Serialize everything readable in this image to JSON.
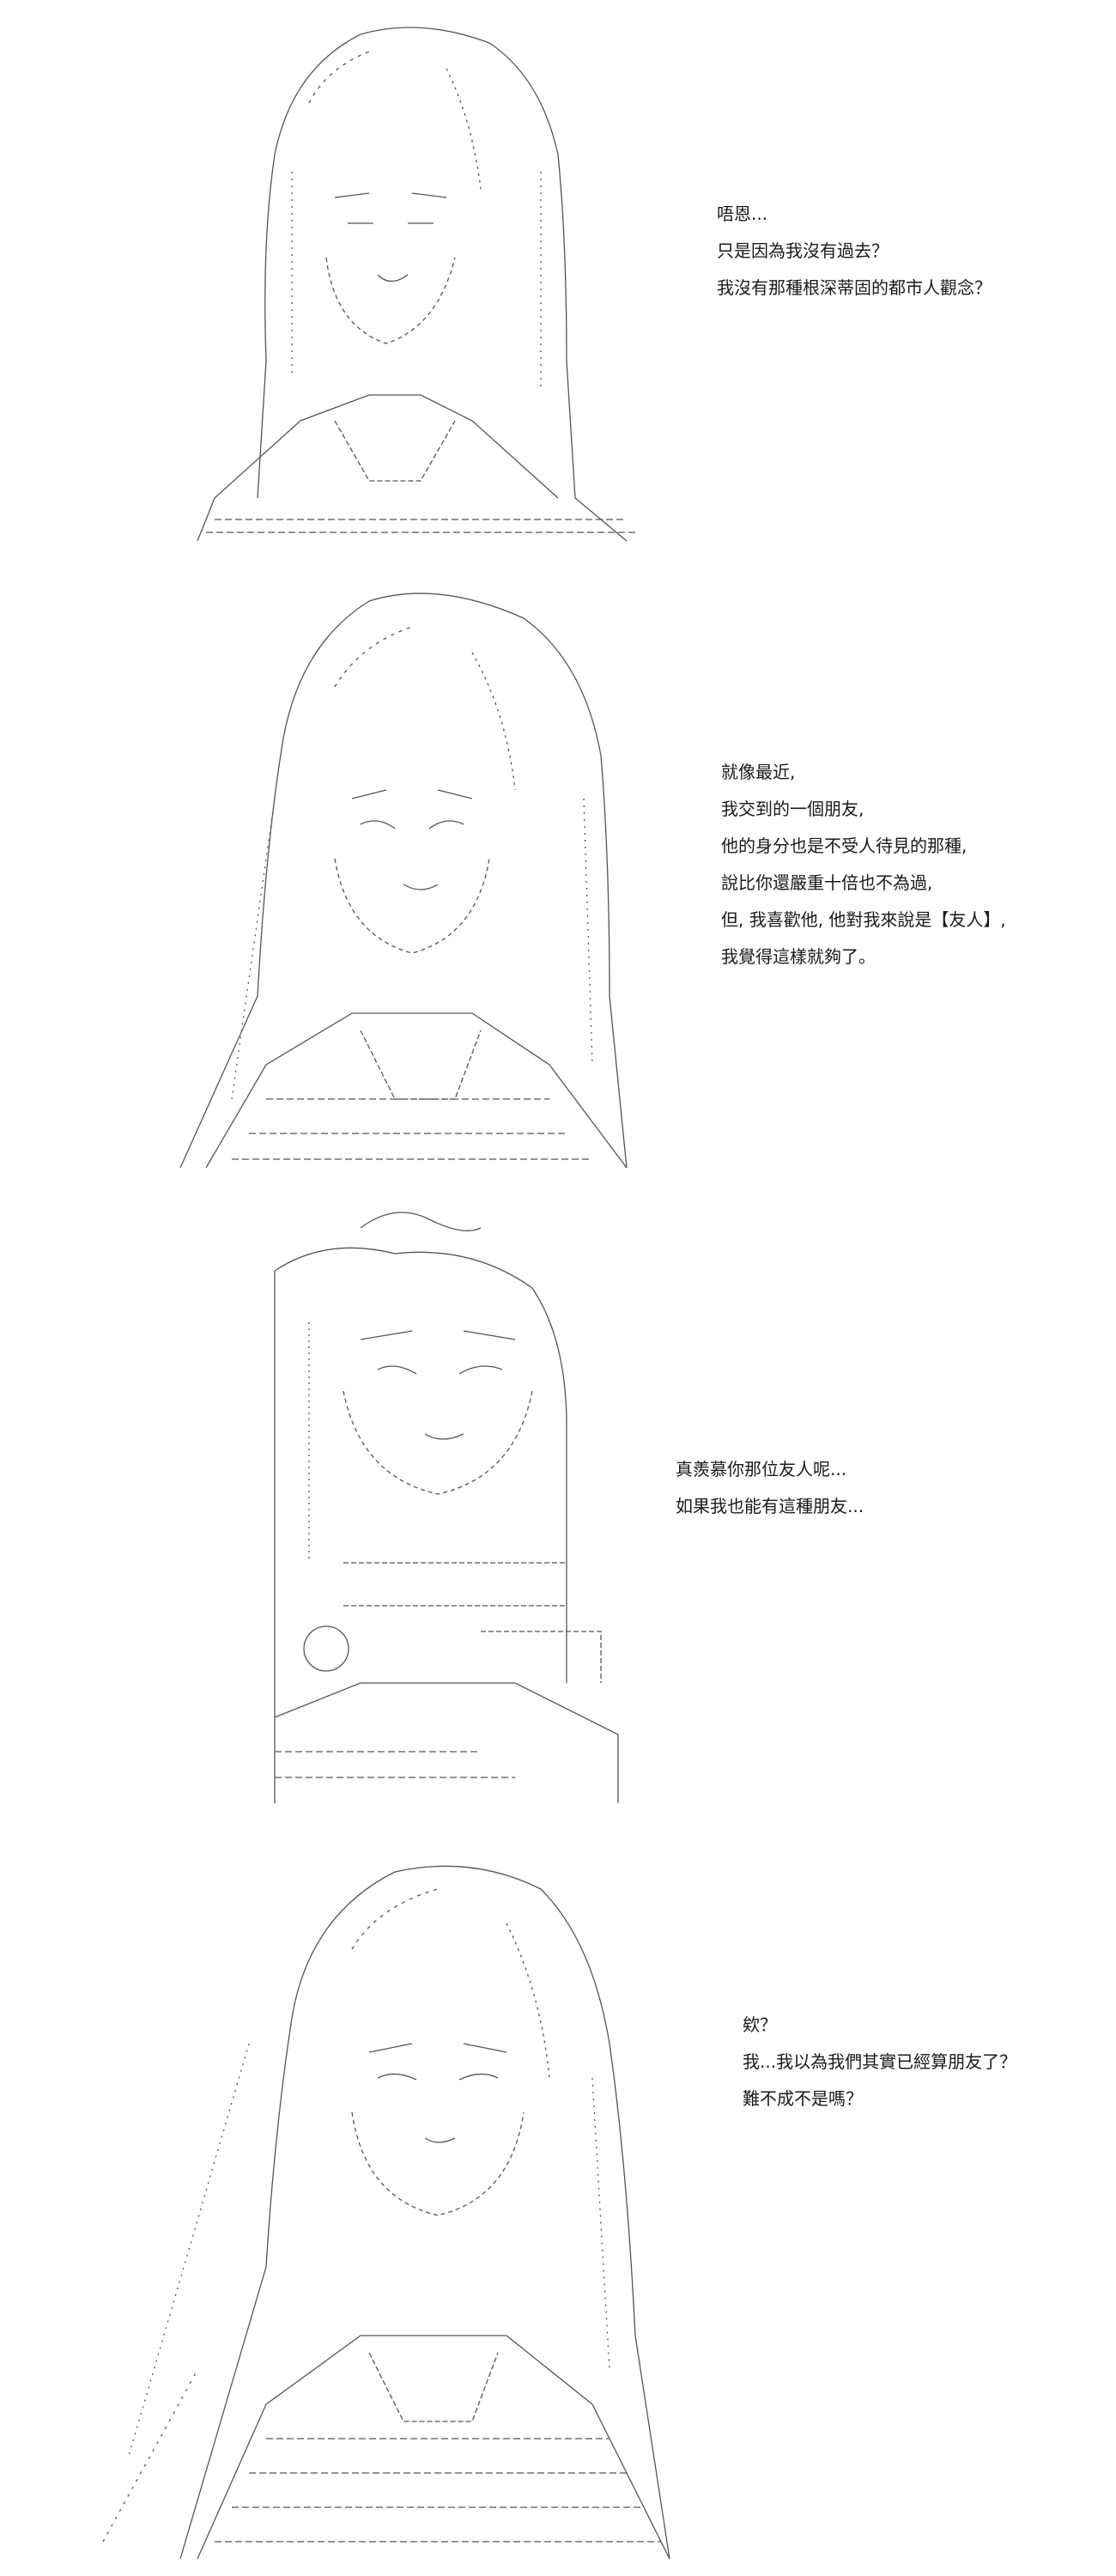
{
  "panels": [
    {
      "lines": [
        "唔恩...",
        "只是因為我沒有過去？",
        "我沒有那種根深蒂固的都市人觀念？"
      ]
    },
    {
      "lines": [
        "就像最近,",
        "我交到的一個朋友,",
        "他的身分也是不受人待見的那種,",
        "說比你還嚴重十倍也不為過,",
        "但, 我喜歡他, 他對我來說是【友人】,",
        "我覺得這樣就夠了。"
      ]
    },
    {
      "lines": [
        "真羨慕你那位友人呢...",
        "如果我也能有這種朋友..."
      ]
    },
    {
      "lines": [
        "欸？",
        "我...我以為我們其實已經算朋友了？",
        "難不成不是嗎？"
      ]
    }
  ]
}
